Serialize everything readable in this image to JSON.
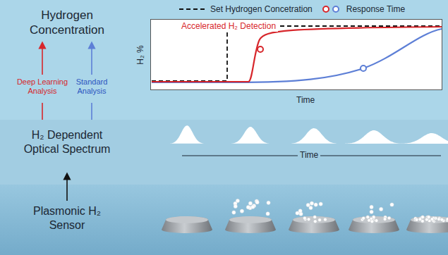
{
  "diagram": {
    "nodes": [
      {
        "text": [
          "Hydrogen Concentration",
          "Deep Learning Analysis",
          "Standard Analysis"
        ]
      },
      {
        "text": [
          "Accelerated H₂ Detection"
        ],
        "in": 0
      },
      {
        "text": [
          "H₂ Dependent Optical Spectrum",
          "Time"
        ]
      },
      {
        "text": [
          "Plasmonic H₂ Sensor"
        ]
      }
    ],
    "labels": [
      "H₂ %",
      "Time"
    ],
    "legend": [
      {
        "text": "Set Hydrogen Concetration"
      },
      {
        "text": "Response Time"
      }
    ]
  }
}
